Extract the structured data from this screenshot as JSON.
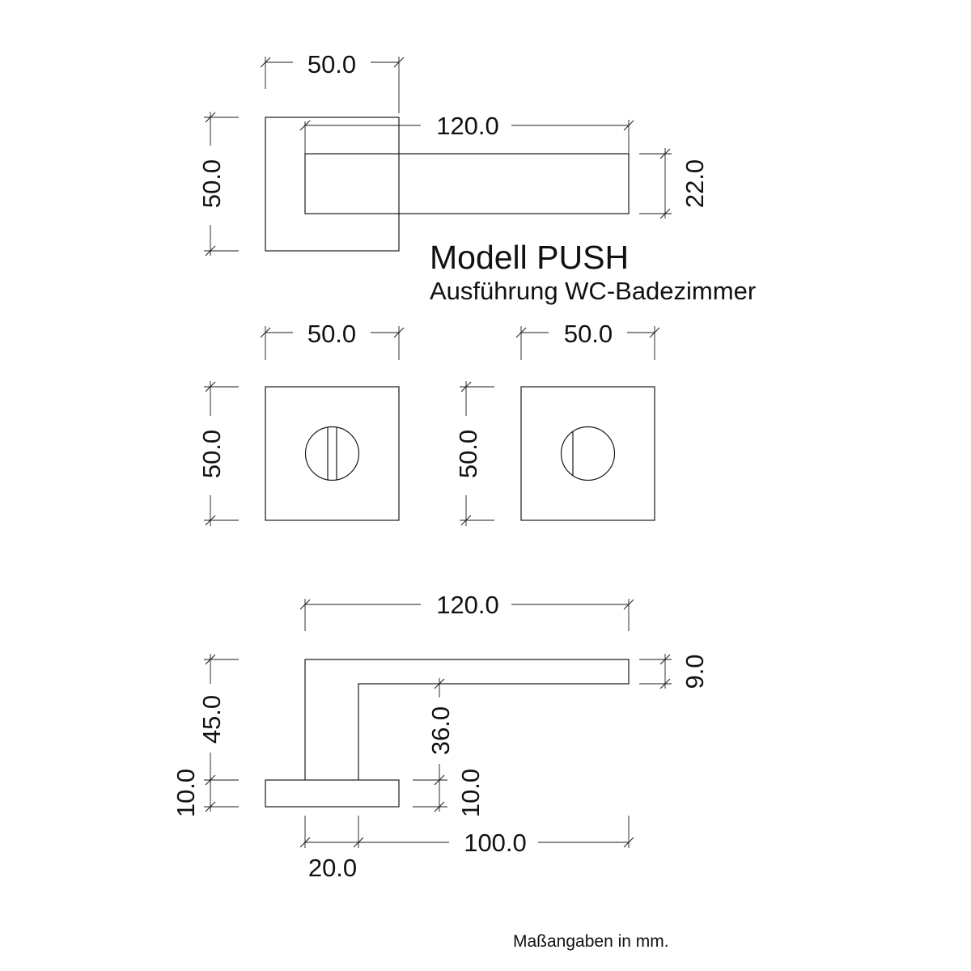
{
  "title": {
    "model": "Modell PUSH",
    "variant": "Ausführung WC-Badezimmer"
  },
  "note": "Maßangaben in mm.",
  "colors": {
    "ink": "#1a1a1a",
    "background": "#ffffff"
  },
  "top_view": {
    "rose_width": "50.0",
    "rose_height": "50.0",
    "lever_length": "120.0",
    "lever_height": "22.0"
  },
  "wc_rose_left": {
    "width": "50.0",
    "height": "50.0"
  },
  "wc_rose_right": {
    "width": "50.0",
    "height": "50.0"
  },
  "side_view": {
    "lever_length": "120.0",
    "lever_thickness": "9.0",
    "total_height": "45.0",
    "inner_height": "36.0",
    "rose_thickness_left": "10.0",
    "rose_thickness_right": "10.0",
    "neck_width": "20.0",
    "grip_length": "100.0"
  }
}
